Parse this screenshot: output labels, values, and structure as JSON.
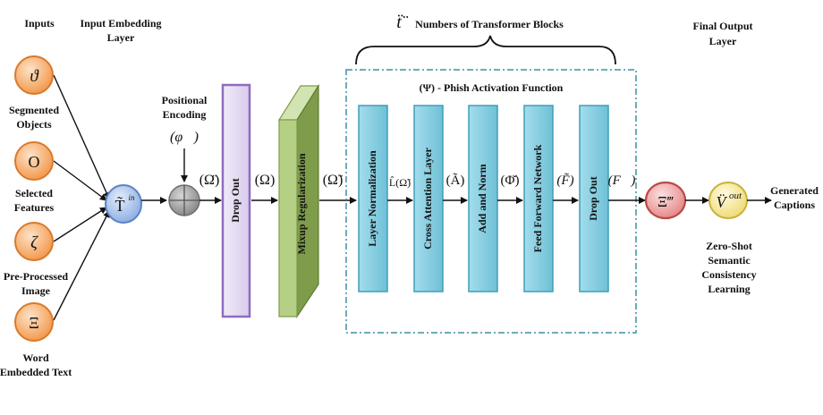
{
  "headers": {
    "inputs": "Inputs",
    "embedding": [
      "Input Embedding",
      "Layer"
    ],
    "transformer_count": "Numbers of Transformer Blocks",
    "transformer_count_symbol": "ẗ̈",
    "final_output": [
      "Final Output",
      "Layer"
    ]
  },
  "inputs": [
    {
      "symbol": "ϑ",
      "label": [
        "Segmented",
        "Objects"
      ]
    },
    {
      "symbol": "O",
      "label": [
        "Selected",
        "Features"
      ]
    },
    {
      "symbol": "ζ",
      "label": [
        "Pre-Processed",
        "Image"
      ]
    },
    {
      "symbol": "Ξ",
      "label": [
        "Word",
        "Embedded Text"
      ]
    }
  ],
  "embedding_node": "T̃in",
  "positional": {
    "label": [
      "Positional",
      "Encoding"
    ],
    "symbol": "(φ⃗)"
  },
  "edge_labels": {
    "after_add": "(Ω̈)",
    "after_dropout": "(Ω)",
    "after_mixup": "(Ω̃)",
    "after_layernorm": "L̂(Ω̃)",
    "after_attention": "(Ã)",
    "after_addnorm": "(Φ̌)",
    "after_ffn": "(F̃)",
    "after_dropout2": "(F⃗)"
  },
  "blocks": {
    "dropout": "Drop Out",
    "mixup": "Mixup Regularization",
    "layer_norm": "Layer Normalization",
    "cross_attention": "Cross Attention Layer",
    "add_norm": "Add and Norm",
    "feed_forward": "Feed Forward Network",
    "dropout2": "Drop Out"
  },
  "activation": "(Ψ) - Phish Activation Function",
  "xi_node": "Ξ‴",
  "vout_node": "V̈ out",
  "output_label": [
    "Generated",
    "Captions"
  ],
  "zero_shot": [
    "Zero-Shot",
    "Semantic",
    "Consistency",
    "Learning"
  ],
  "colors": {
    "orange_fill": "#f7a866",
    "orange_stroke": "#d97a2b",
    "blue_node": "#a9c4ec",
    "blue_stroke": "#5b82c2",
    "grey_node": "#9a9a9a",
    "purple_fill": "#e6dcf2",
    "purple_stroke": "#8e6cc0",
    "green_fill": "#b5cf85",
    "green_dark": "#7e9c4a",
    "cyan_fill": "#7fcde0",
    "cyan_stroke": "#3f9fb9",
    "red_fill": "#f0a9a8",
    "red_stroke": "#b84a48",
    "yellow_fill": "#f5e79a",
    "yellow_stroke": "#c9b23a",
    "dashed_box": "#3f8fa6"
  }
}
